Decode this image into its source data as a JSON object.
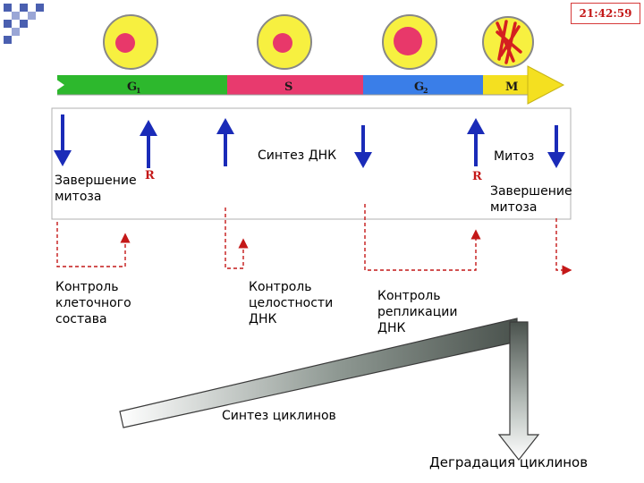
{
  "clock": {
    "time": "21:42:59"
  },
  "phases": [
    {
      "id": "g1",
      "label": "G",
      "sub": "1",
      "color": "#2db82d"
    },
    {
      "id": "s",
      "label": "S",
      "sub": "",
      "color": "#e83a6e"
    },
    {
      "id": "g2",
      "label": "G",
      "sub": "2",
      "color": "#3a7ee8"
    },
    {
      "id": "m",
      "label": "M",
      "sub": "",
      "color": "#f4e020"
    }
  ],
  "markers": {
    "restriction": "R"
  },
  "labels": {
    "dna_synthesis": "Синтез ДНК",
    "mitosis": "Митоз",
    "mitosis_end_left": "Завершение\nмитоза",
    "mitosis_end_right": "Завершение\nмитоза",
    "cell_composition_control": "Контроль\nклеточного\nсостава",
    "dna_integrity_control": "Контроль\nцелостности\nДНК",
    "replication_control": "Контроль\nрепликации\nДНК",
    "cyclin_synthesis": "Синтез циклинов",
    "cyclin_degradation": "Деградация циклинов"
  },
  "colors": {
    "arrow_blue": "#1a2bb8",
    "dashed_red": "#c41818",
    "cell_fill": "#f7f040",
    "nucleus": "#e8386a",
    "chromosome": "#d42020"
  }
}
